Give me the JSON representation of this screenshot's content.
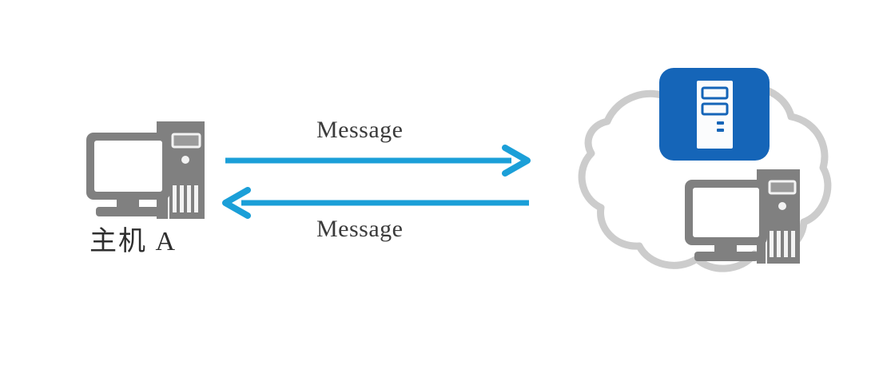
{
  "diagram": {
    "background_color": "#ffffff",
    "title_visible": false,
    "nodes": [
      {
        "id": "host-a",
        "label": "主机 A",
        "icon": "desktop-computer-icon",
        "color": "#808080",
        "screen_color": "#ffffff",
        "position": "left"
      },
      {
        "id": "network-cloud",
        "label": "",
        "icon": "cloud-icon",
        "color": "#cccccc",
        "position": "right"
      },
      {
        "id": "cloud-server",
        "label": "",
        "icon": "server-tile-icon",
        "color": "#1565b8",
        "inner_color": "#fbfcfd",
        "position": "cloud-top"
      },
      {
        "id": "cloud-host",
        "label": "",
        "icon": "desktop-computer-icon",
        "color": "#808080",
        "screen_color": "#ffffff",
        "position": "cloud-inside"
      }
    ],
    "arrows": [
      {
        "id": "arrow-outbound",
        "label": "Message",
        "direction": "right",
        "from": "host-a",
        "to": "network-cloud",
        "color": "#1b9fd8"
      },
      {
        "id": "arrow-inbound",
        "label": "Message",
        "direction": "left",
        "from": "network-cloud",
        "to": "host-a",
        "color": "#1b9fd8"
      }
    ],
    "labels": {
      "host_a": "主机 A",
      "message_top": "Message",
      "message_bottom": "Message"
    },
    "colors": {
      "arrow_blue": "#1b9fd8",
      "server_blue": "#1565b8",
      "device_gray": "#808080",
      "cloud_gray": "#cccccc",
      "text_dark": "#2e2e2e",
      "background": "#ffffff"
    }
  }
}
